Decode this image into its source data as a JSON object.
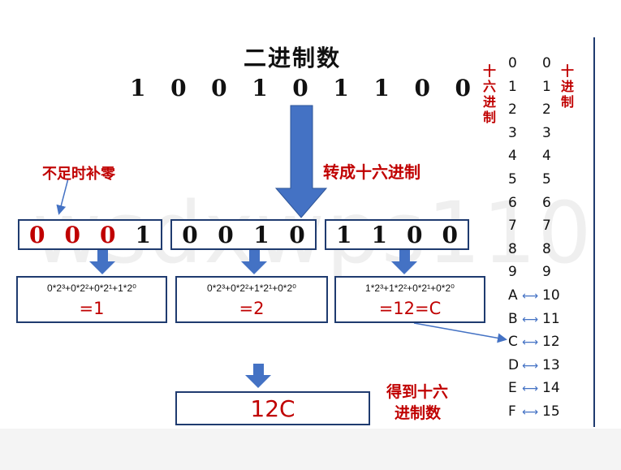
{
  "title": "二进制数",
  "binary_digits": [
    "1",
    "0",
    "0",
    "1",
    "0",
    "1",
    "1",
    "0",
    "0"
  ],
  "label_convert": "转成十六进制",
  "label_pad_zero": "不足时补零",
  "label_hex_left": [
    "十",
    "六",
    "进",
    "制"
  ],
  "label_hex_right": [
    "十",
    "进",
    "制"
  ],
  "groups": [
    {
      "digits": [
        "0",
        "0",
        "0",
        "1"
      ],
      "padded": 3,
      "formula": "0*2³+0*2²+0*2¹+1*2⁰",
      "result": "=1"
    },
    {
      "digits": [
        "0",
        "0",
        "1",
        "0"
      ],
      "padded": 0,
      "formula": "0*2³+0*2²+1*2¹+0*2⁰",
      "result": "=2"
    },
    {
      "digits": [
        "1",
        "1",
        "0",
        "0"
      ],
      "padded": 0,
      "formula": "1*2³+1*2²+0*2¹+0*2⁰",
      "result": "=12=C"
    }
  ],
  "final_result": "12C",
  "label_result": [
    "得到十六",
    "进制数"
  ],
  "table": [
    {
      "hex": "0",
      "dec": "0"
    },
    {
      "hex": "1",
      "dec": "1"
    },
    {
      "hex": "2",
      "dec": "2"
    },
    {
      "hex": "3",
      "dec": "3"
    },
    {
      "hex": "4",
      "dec": "4"
    },
    {
      "hex": "5",
      "dec": "5"
    },
    {
      "hex": "6",
      "dec": "6"
    },
    {
      "hex": "7",
      "dec": "7"
    },
    {
      "hex": "8",
      "dec": "8"
    },
    {
      "hex": "9",
      "dec": "9"
    },
    {
      "hex": "A",
      "dec": "10"
    },
    {
      "hex": "B",
      "dec": "11"
    },
    {
      "hex": "C",
      "dec": "12"
    },
    {
      "hex": "D",
      "dec": "13"
    },
    {
      "hex": "E",
      "dec": "14"
    },
    {
      "hex": "F",
      "dec": "15"
    }
  ],
  "table_arrow": "⟷",
  "watermark": "wsdxwps110",
  "colors": {
    "box_border": "#1f3b6f",
    "arrow": "#4472c4",
    "red": "#c00000"
  }
}
